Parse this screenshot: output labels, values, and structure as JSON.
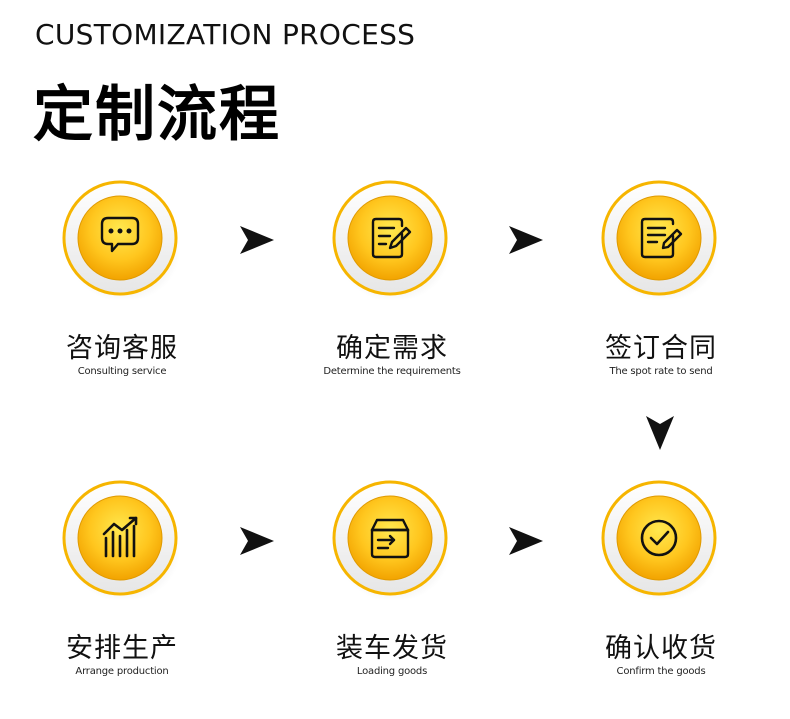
{
  "header": {
    "title_en": "CUSTOMIZATION PROCESS",
    "title_cn": "定制流程"
  },
  "colors": {
    "gold_light": "#ffe24a",
    "gold_mid": "#ffc21a",
    "gold_dark": "#f0a000",
    "ring": "#f6b500",
    "icon_stroke": "#111111",
    "arrow": "#111111"
  },
  "steps": [
    {
      "icon": "chat-bubble-icon",
      "title": "咨询客服",
      "subtitle": "Consulting service"
    },
    {
      "icon": "document-edit-icon",
      "title": "确定需求",
      "subtitle": "Determine the requirements"
    },
    {
      "icon": "contract-sign-icon",
      "title": "签订合同",
      "subtitle": "The spot rate to send"
    },
    {
      "icon": "production-chart-icon",
      "title": "安排生产",
      "subtitle": "Arrange production"
    },
    {
      "icon": "delivery-box-icon",
      "title": "装车发货",
      "subtitle": "Loading goods"
    },
    {
      "icon": "check-circle-icon",
      "title": "确认收货",
      "subtitle": "Confirm the goods"
    }
  ]
}
